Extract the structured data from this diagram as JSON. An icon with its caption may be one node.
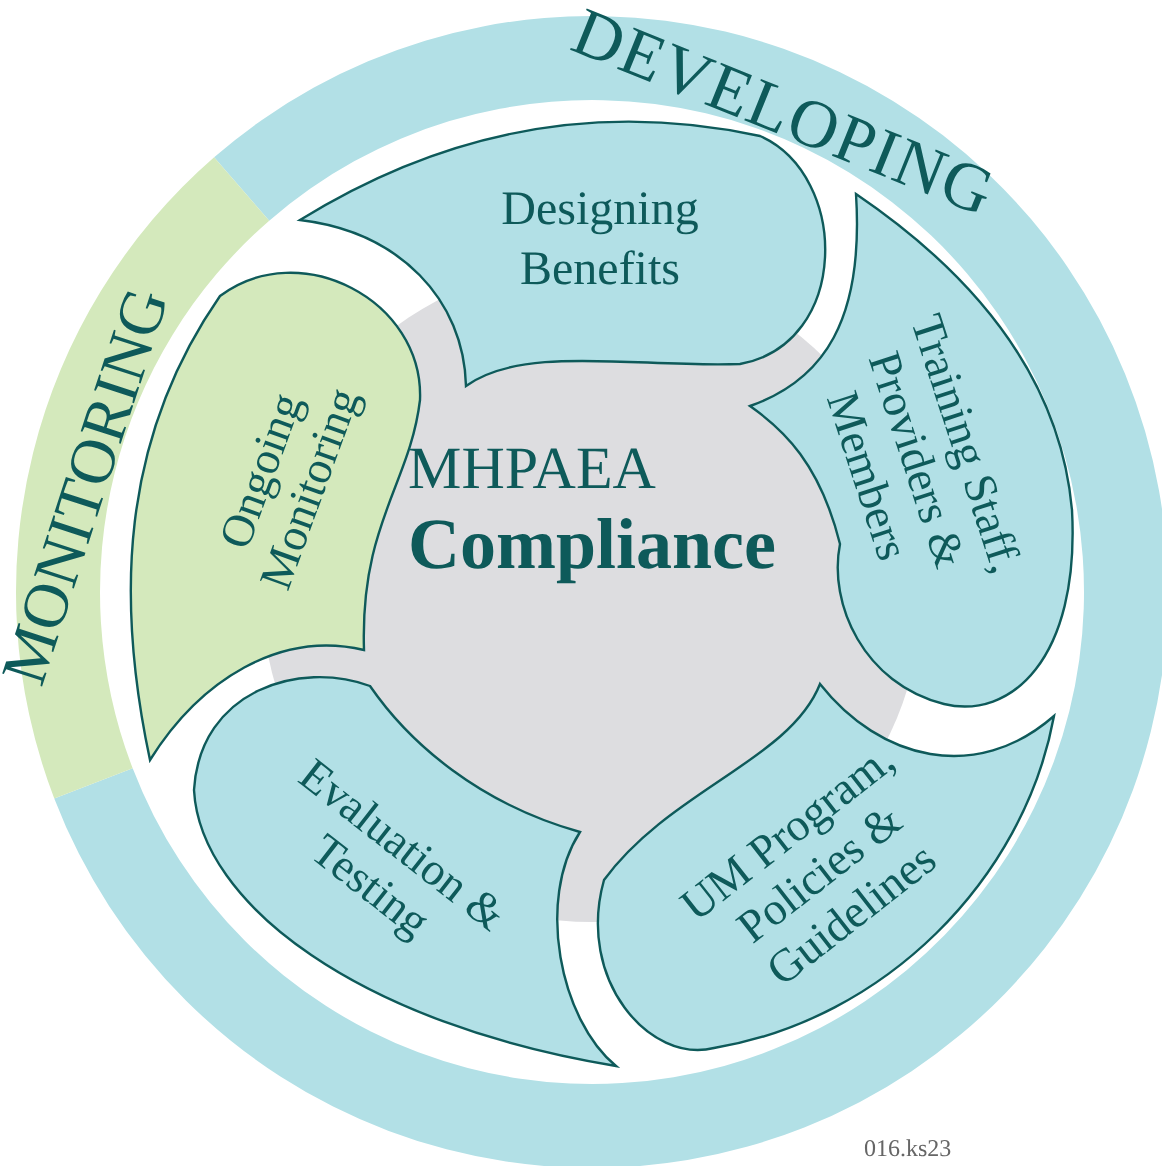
{
  "diagram": {
    "nodes": [
      {
        "text": [
          "DEVELOPING"
        ]
      },
      {
        "text": [
          "MONITORING"
        ]
      },
      {
        "text": [
          "MHPAEA",
          "Compliance"
        ]
      },
      {
        "text": [
          "Designing Benefits"
        ]
      },
      {
        "text": [
          "Training Staff, Providers & Members"
        ]
      },
      {
        "text": [
          "UM Program, Policies & Guidelines"
        ]
      },
      {
        "text": [
          "Evaluation & Testing"
        ]
      },
      {
        "text": [
          "Ongoing Monitoring"
        ]
      }
    ],
    "labels": [
      "016.ks23"
    ]
  }
}
